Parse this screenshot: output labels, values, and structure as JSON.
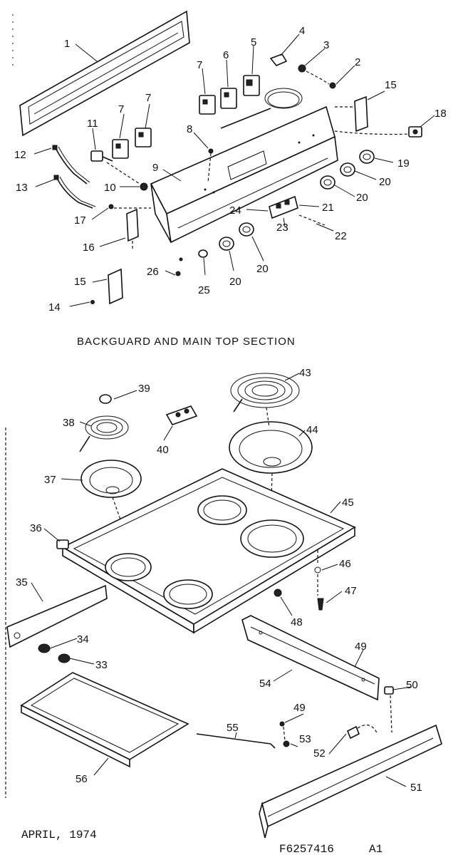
{
  "sections": {
    "top_title": "BACKGUARD AND MAIN TOP SECTION"
  },
  "footer": {
    "date": "APRIL, 1974",
    "figure_code": "F6257416",
    "revision": "A1"
  },
  "callouts": {
    "c1": "1",
    "c2": "2",
    "c3": "3",
    "c4": "4",
    "c5": "5",
    "c6": "6",
    "c7a": "7",
    "c7b": "7",
    "c7c": "7",
    "c8": "8",
    "c9": "9",
    "c10": "10",
    "c11": "11",
    "c12": "12",
    "c13": "13",
    "c14": "14",
    "c15a": "15",
    "c15b": "15",
    "c16": "16",
    "c17": "17",
    "c18": "18",
    "c19": "19",
    "c20a": "20",
    "c20b": "20",
    "c20c": "20",
    "c20d": "20",
    "c21": "21",
    "c22": "22",
    "c23": "23",
    "c24": "24",
    "c25": "25",
    "c26": "26",
    "c33": "33",
    "c34": "34",
    "c35": "35",
    "c36": "36",
    "c37": "37",
    "c38": "38",
    "c39": "39",
    "c40": "40",
    "c43": "43",
    "c44": "44",
    "c45": "45",
    "c46": "46",
    "c47": "47",
    "c48": "48",
    "c49a": "49",
    "c49b": "49",
    "c50": "50",
    "c51": "51",
    "c52": "52",
    "c53": "53",
    "c54": "54",
    "c55": "55",
    "c56": "56"
  }
}
